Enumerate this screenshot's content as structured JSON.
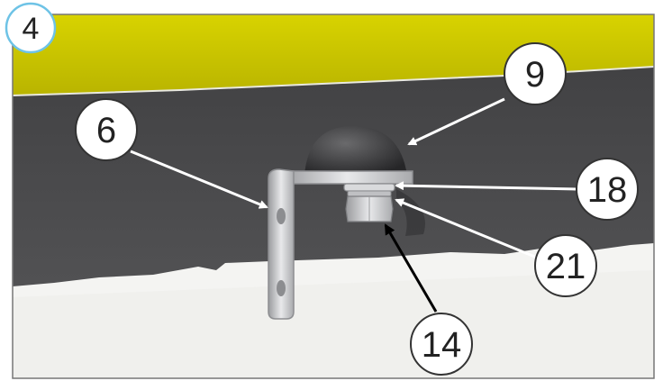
{
  "figure": {
    "step_number": "4",
    "callouts": [
      {
        "label": "6",
        "arrow_color": "#ffffff"
      },
      {
        "label": "9",
        "arrow_color": "#ffffff"
      },
      {
        "label": "18",
        "arrow_color": "#ffffff"
      },
      {
        "label": "21",
        "arrow_color": "#ffffff"
      },
      {
        "label": "14",
        "arrow_color": "#000000"
      }
    ],
    "colors": {
      "frame": "#777777",
      "yellow_panel": "#c9c400",
      "dark_wall": "#4a4a4c",
      "floor": "#f4f4f2",
      "step_badge_border": "#6ec3e6",
      "metal": "#cfd0d2"
    }
  }
}
